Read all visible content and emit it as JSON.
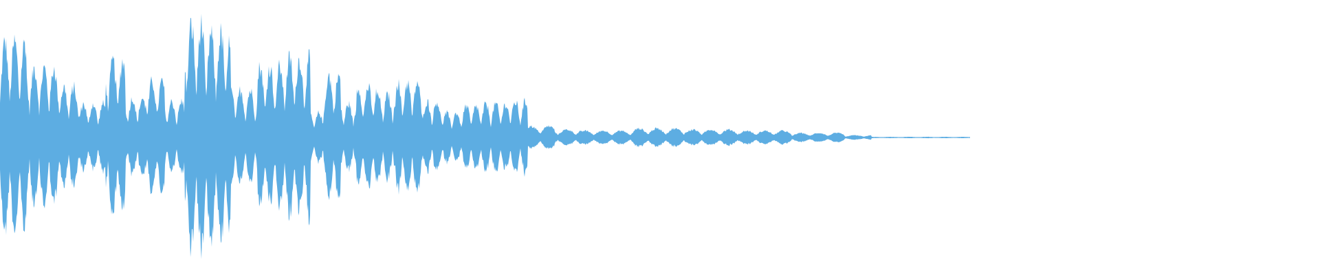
{
  "waveform": {
    "color": "#5DADE2",
    "background": "#FFFFFF",
    "duration_fraction_with_signal": 0.735,
    "segments": [
      {
        "from": 0.0,
        "to": 0.02,
        "amplitude": 0.85
      },
      {
        "from": 0.02,
        "to": 0.045,
        "amplitude": 0.62
      },
      {
        "from": 0.045,
        "to": 0.06,
        "amplitude": 0.45
      },
      {
        "from": 0.06,
        "to": 0.08,
        "amplitude": 0.3
      },
      {
        "from": 0.08,
        "to": 0.095,
        "amplitude": 0.68
      },
      {
        "from": 0.095,
        "to": 0.11,
        "amplitude": 0.35
      },
      {
        "from": 0.11,
        "to": 0.125,
        "amplitude": 0.5
      },
      {
        "from": 0.125,
        "to": 0.14,
        "amplitude": 0.32
      },
      {
        "from": 0.14,
        "to": 0.155,
        "amplitude": 1.0
      },
      {
        "from": 0.155,
        "to": 0.175,
        "amplitude": 0.92
      },
      {
        "from": 0.175,
        "to": 0.195,
        "amplitude": 0.42
      },
      {
        "from": 0.195,
        "to": 0.215,
        "amplitude": 0.63
      },
      {
        "from": 0.215,
        "to": 0.235,
        "amplitude": 0.7
      },
      {
        "from": 0.235,
        "to": 0.245,
        "amplitude": 0.22
      },
      {
        "from": 0.245,
        "to": 0.258,
        "amplitude": 0.55
      },
      {
        "from": 0.258,
        "to": 0.27,
        "amplitude": 0.3
      },
      {
        "from": 0.27,
        "to": 0.285,
        "amplitude": 0.45
      },
      {
        "from": 0.285,
        "to": 0.3,
        "amplitude": 0.38
      },
      {
        "from": 0.3,
        "to": 0.32,
        "amplitude": 0.49
      },
      {
        "from": 0.32,
        "to": 0.335,
        "amplitude": 0.32
      },
      {
        "from": 0.335,
        "to": 0.35,
        "amplitude": 0.22
      },
      {
        "from": 0.35,
        "to": 0.365,
        "amplitude": 0.28
      },
      {
        "from": 0.365,
        "to": 0.385,
        "amplitude": 0.3
      },
      {
        "from": 0.385,
        "to": 0.4,
        "amplitude": 0.32
      },
      {
        "from": 0.4,
        "to": 0.42,
        "amplitude": 0.1
      },
      {
        "from": 0.42,
        "to": 0.44,
        "amplitude": 0.07
      },
      {
        "from": 0.44,
        "to": 0.48,
        "amplitude": 0.06
      },
      {
        "from": 0.48,
        "to": 0.52,
        "amplitude": 0.08
      },
      {
        "from": 0.52,
        "to": 0.56,
        "amplitude": 0.07
      },
      {
        "from": 0.56,
        "to": 0.6,
        "amplitude": 0.06
      },
      {
        "from": 0.6,
        "to": 0.64,
        "amplitude": 0.04
      },
      {
        "from": 0.64,
        "to": 0.66,
        "amplitude": 0.02
      },
      {
        "from": 0.66,
        "to": 0.735,
        "amplitude": 0.006
      }
    ]
  }
}
